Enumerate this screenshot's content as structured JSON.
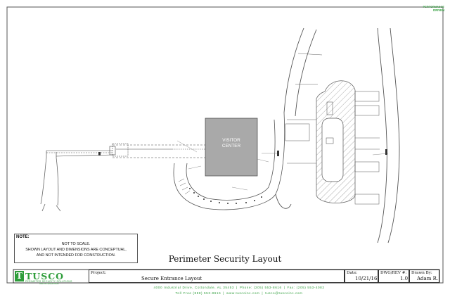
{
  "brand": {
    "corner_line1": "PERFORMANCE",
    "corner_line2": "DRIVEN",
    "name": "TUSCO",
    "logo_letter": "T",
    "tagline": "PERIMETER SECURITY SOLUTIONS",
    "tagline2": "AND INTEGRATION",
    "green": "#2e9d3a"
  },
  "diagram": {
    "building_label_line1": "VISITOR",
    "building_label_line2": "CENTER",
    "building_fill": "#a9a9a9",
    "hatch_color": "#777777"
  },
  "note": {
    "heading": "NOTE:",
    "line1": "NOT TO SCALE.",
    "line2": "SHOWN LAYOUT AND DIMENSIONS ARE CONCEPTUAL,",
    "line3": "AND NOT INTENDED FOR CONSTRUCTION."
  },
  "title": "Perimeter Security Layout",
  "title_block": {
    "project_label": "Project:",
    "project_value": "Secure Entrance Layout",
    "date_label": "Date:",
    "date_value": "10/21/16",
    "rev_label": "DWG/REV #:",
    "rev_value": "1.0",
    "drawn_label": "Drawn By:",
    "drawn_value": "Adam R."
  },
  "footer": {
    "address": "4000 Industrial Drive, Cottondale, AL 35453",
    "phone": "Phone: (205) 553-8616",
    "fax": "Fax: (205) 553-4082",
    "tollfree": "Toll Free (888) 553-8616",
    "web": "www.tuscoinc.com",
    "email": "tusco@tuscoinc.com"
  }
}
